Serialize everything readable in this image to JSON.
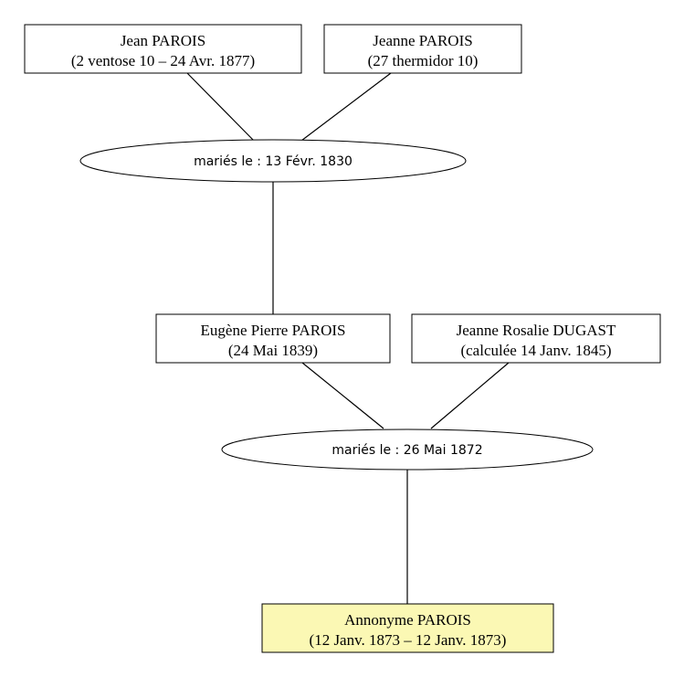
{
  "people": {
    "jean": {
      "name": "Jean PAROIS",
      "dates": "(2 ventose 10 – 24 Avr. 1877)"
    },
    "jeanne": {
      "name": "Jeanne PAROIS",
      "dates": "(27 thermidor 10)"
    },
    "eugene": {
      "name": "Eugène Pierre PAROIS",
      "dates": "(24 Mai 1839)"
    },
    "rosalie": {
      "name": "Jeanne Rosalie DUGAST",
      "dates": "(calculée 14 Janv. 1845)"
    },
    "annonyme": {
      "name": "Annonyme PAROIS",
      "dates": "(12 Janv. 1873 – 12 Janv. 1873)"
    }
  },
  "unions": {
    "first": {
      "label": "mariés le : 13 Févr. 1830"
    },
    "second": {
      "label": "mariés le : 26 Mai 1872"
    }
  },
  "colors": {
    "highlight_fill": "#fbf8b4",
    "box_fill": "#ffffff",
    "stroke": "#000000"
  }
}
